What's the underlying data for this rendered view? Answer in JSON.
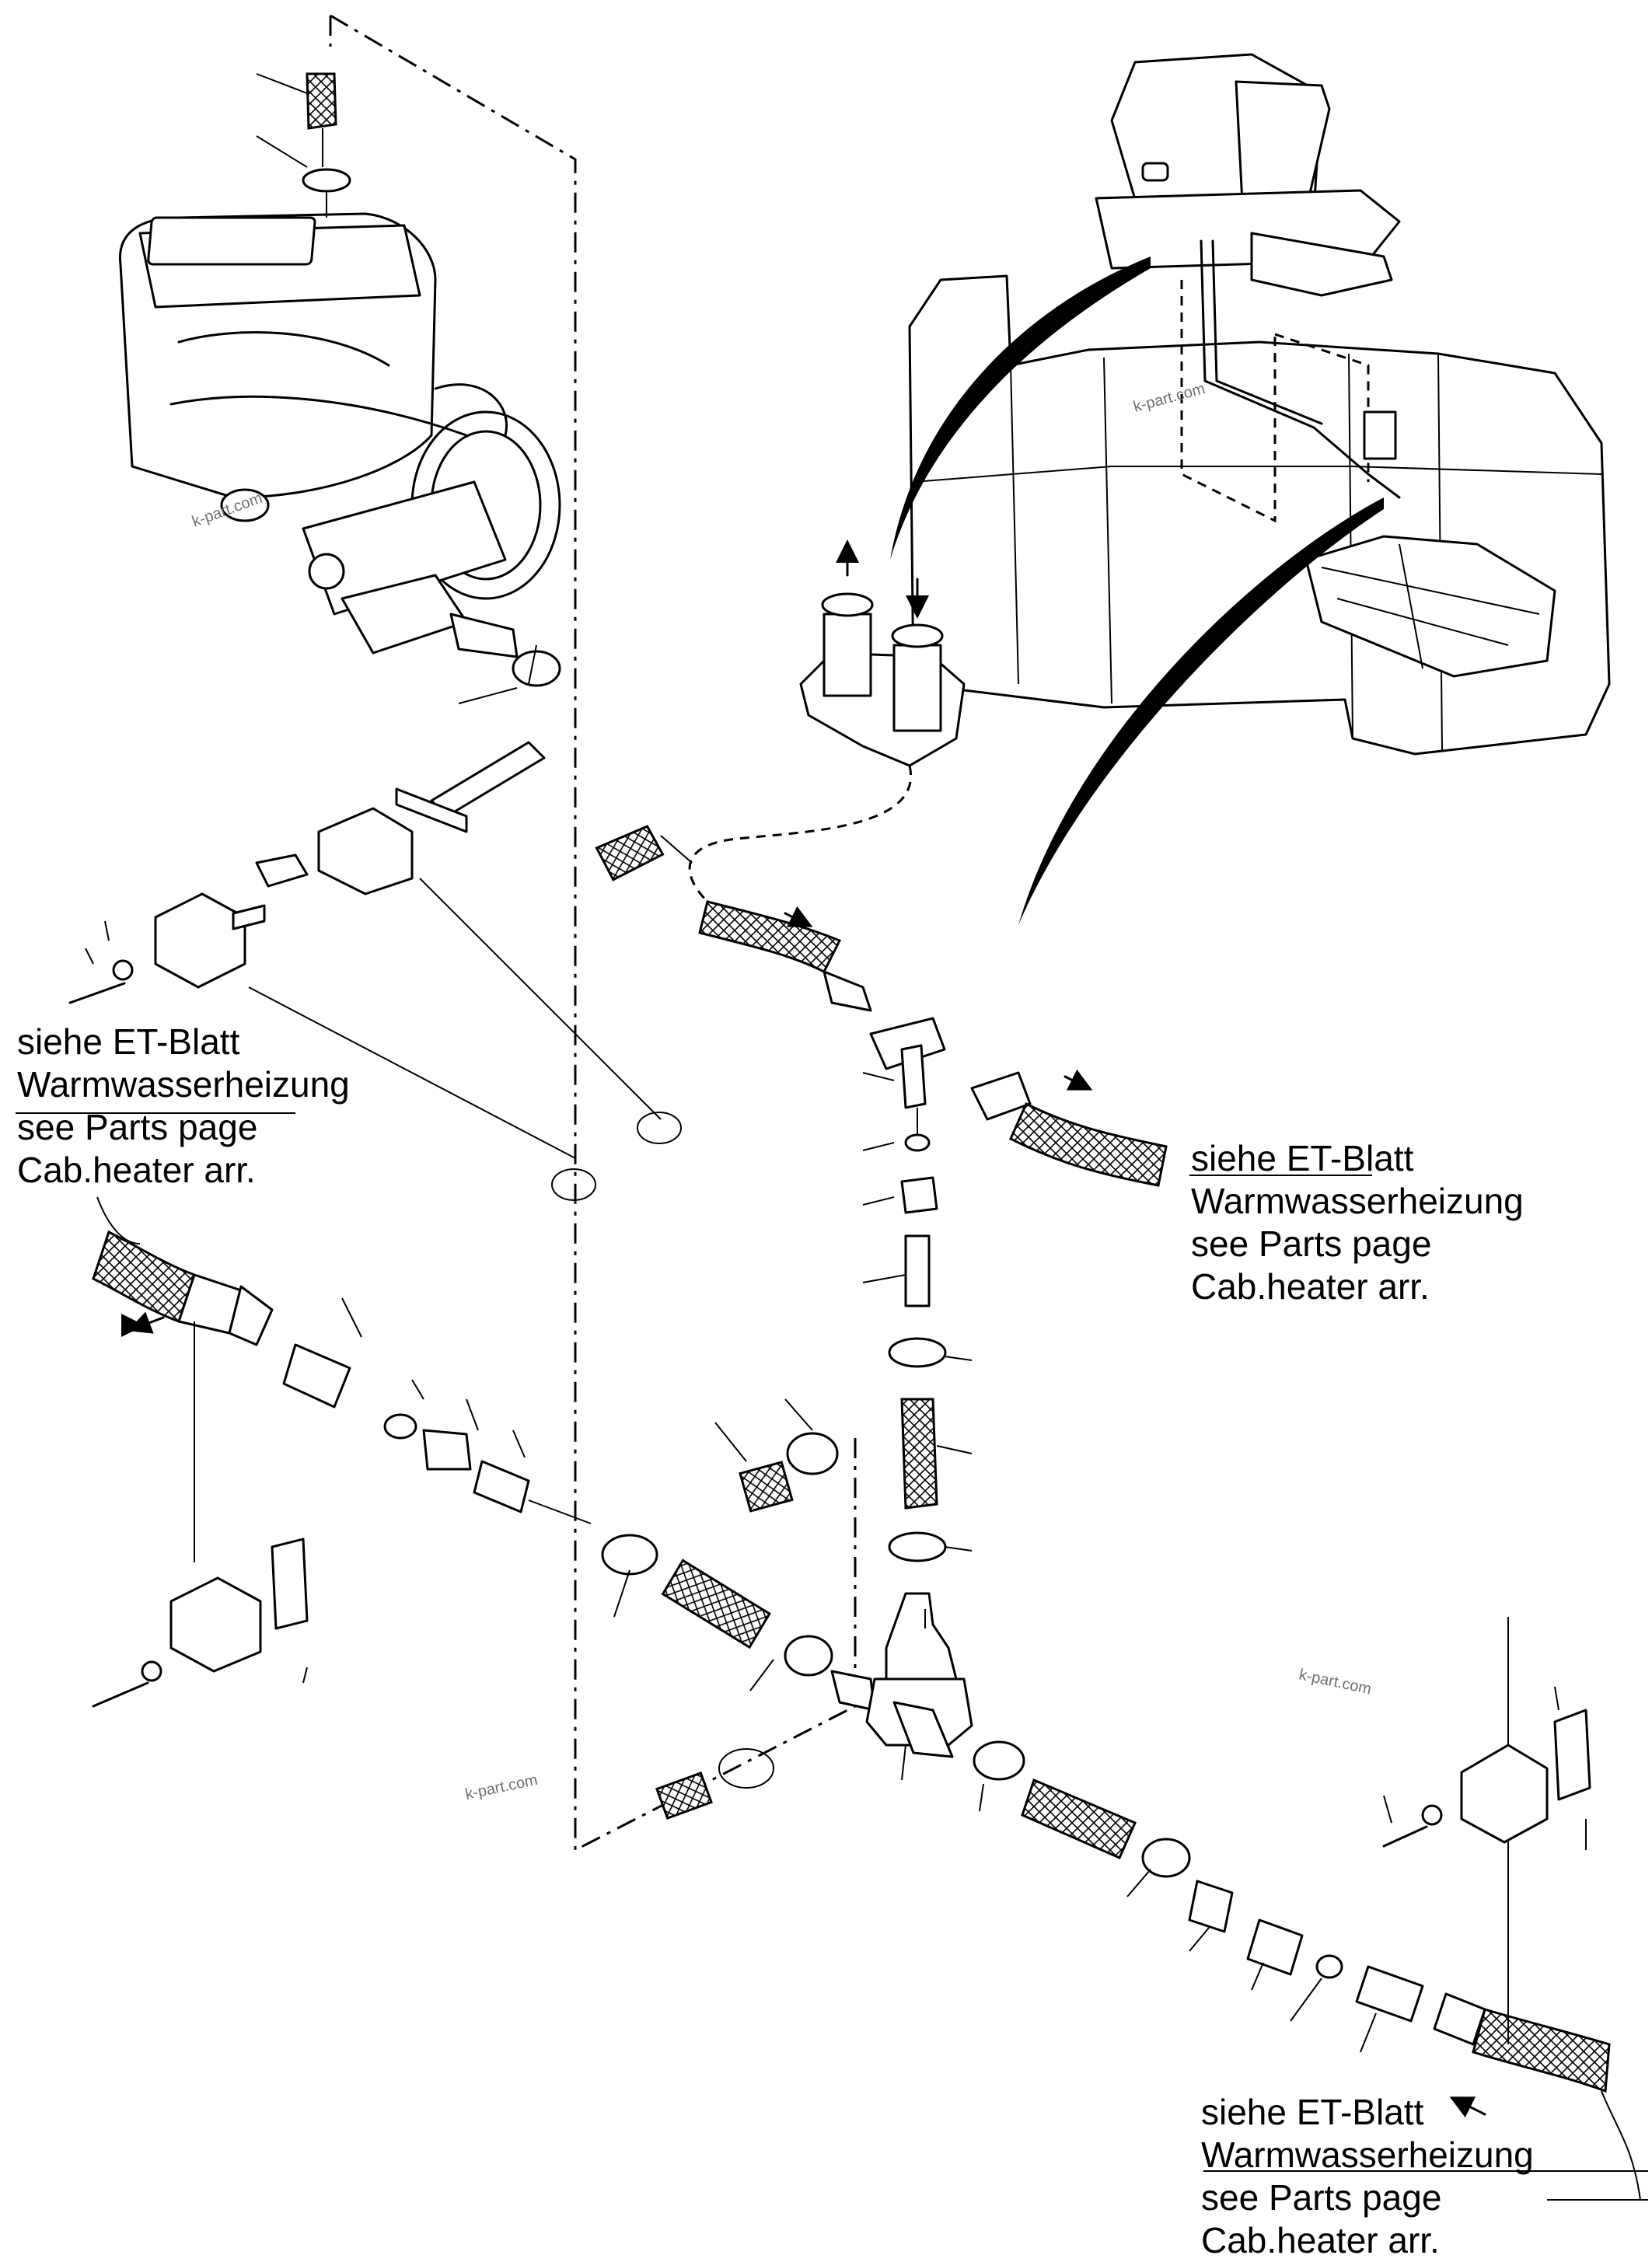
{
  "notes": {
    "left": [
      "siehe ET-Blatt",
      "Warmwasserheizung",
      "see Parts page",
      "Cab.heater arr."
    ],
    "right": [
      "siehe ET-Blatt",
      "Warmwasserheizung",
      "see Parts page",
      "Cab.heater arr."
    ],
    "bottom": [
      "siehe ET-Blatt",
      "Warmwasserheizung",
      "see Parts page",
      "Cab.heater arr."
    ]
  },
  "watermarks": [
    "k-part.com",
    "k-part.com",
    "k-part.com",
    "k-part.com"
  ]
}
